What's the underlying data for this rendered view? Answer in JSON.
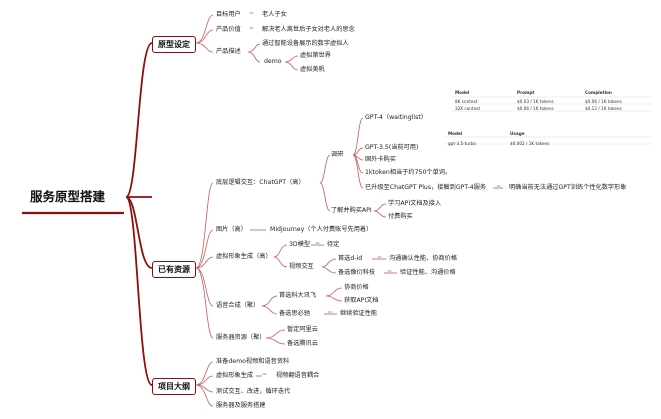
{
  "root": "服务原型搭建",
  "branches": {
    "prototype": {
      "label": "原型设定",
      "target_users": {
        "label": "目标用户",
        "value": "老人子女"
      },
      "product_value": {
        "label": "产品价值",
        "value": "解决老人离世后子女对老人的思念"
      },
      "product_desc": {
        "label": "产品描述",
        "intro": "通过智能设备展示的数字虚拟人",
        "demo": {
          "label": "demo",
          "items": [
            "虚拟第世界",
            "虚拟美帆"
          ]
        }
      }
    },
    "resources": {
      "label": "已有资源",
      "logic": {
        "label": "底层逻辑交互：ChatGPT（高）",
        "research": {
          "label": "调研",
          "items": [
            "GPT-4（waitinglist）",
            "GPT-3.5(当前可用)",
            "国外卡购买",
            "1ktoken相当于约750个单词。",
            "已升级至ChatGPT Plus，接触到GPT-4服务"
          ],
          "plus_note": "明确当前无法通过GPT训练个性化数字形象"
        },
        "purchase": {
          "label": "了解并购买API",
          "items": [
            "学习API文档及接入",
            "付费购买"
          ]
        },
        "gpt4_table": {
          "headers": [
            "Model",
            "Prompt",
            "Completion"
          ],
          "rows": [
            [
              "8K context",
              "$0.03 / 1K tokens",
              "$0.06 / 1K tokens"
            ],
            [
              "32K context",
              "$0.06 / 1K tokens",
              "$0.12 / 1K tokens"
            ]
          ]
        },
        "gpt35_table": {
          "headers": [
            "Model",
            "Usage"
          ],
          "rows": [
            [
              "gpt-3.5-turbo",
              "$0.002 / 1K tokens"
            ]
          ]
        }
      },
      "images": {
        "label": "图片（高）",
        "value": "Midjourney（个人付费账号先用着）"
      },
      "avatar": {
        "label": "虚拟形象生成（高）",
        "model3d": {
          "label": "3D模型",
          "value": "待定"
        },
        "video": {
          "label": "视频交互",
          "first": {
            "label": "首选d-id",
            "value": "沟通确认性能、协商价格"
          },
          "backup": {
            "label": "备选像衍科技",
            "value": "验证性能、沟通价格"
          }
        }
      },
      "voice": {
        "label": "语音合成（聚）",
        "first": {
          "label": "首选科大讯飞",
          "items": [
            "协商价格",
            "获取API文档"
          ]
        },
        "backup": {
          "label": "备选思必驰",
          "value": "继续验证性能"
        }
      },
      "server": {
        "label": "服务器资源（聚）",
        "items": [
          "暂定阿里云",
          "备选腾讯云"
        ]
      }
    },
    "outline": {
      "label": "项目大纲",
      "items": [
        "准备demo视频和语音资料",
        "虚拟形象生成",
        "测试交互、改进，循环迭代",
        "服务器及服务搭建"
      ],
      "avatar_note": "视频翻语音耦合"
    }
  }
}
